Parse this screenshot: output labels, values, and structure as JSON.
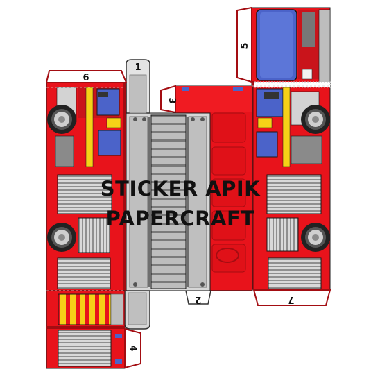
{
  "watermark": {
    "line1": "STICKER APIK",
    "line2": "PAPERCRAFT"
  },
  "tabs": {
    "t1": "1",
    "t2": "2",
    "t3": "3",
    "t4": "4",
    "t5": "5",
    "t6": "6",
    "t7": "7"
  },
  "colors": {
    "body_red": "#e8131b",
    "dark_red": "#a30d12",
    "window_blue": "#4b63c9",
    "grey": "#c7c7c7",
    "dark_grey": "#6e6e6e",
    "yellow": "#f6d117",
    "outline": "#1a1a1a"
  },
  "icons": {
    "wheel": "wheel-icon",
    "mirror": "mirror-icon",
    "ladder": "ladder-icon",
    "badge": "fire-badge-icon"
  }
}
